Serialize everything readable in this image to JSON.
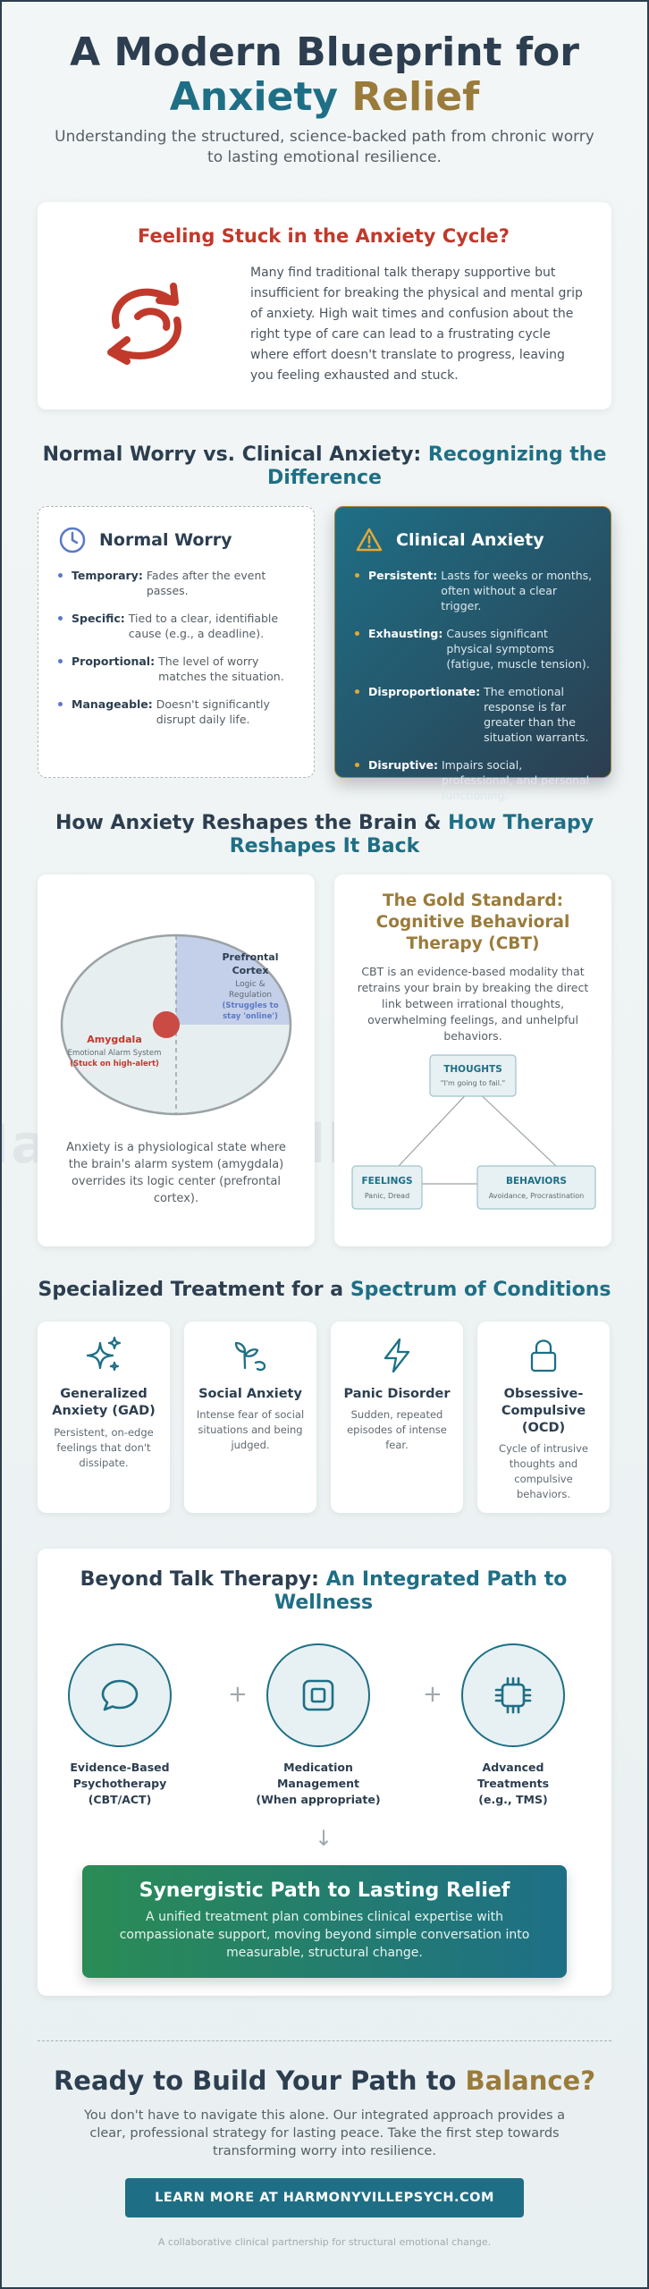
{
  "colors": {
    "navy": "#2c3e50",
    "teal": "#1e6f86",
    "gold": "#9a7b3a",
    "red": "#c0392b",
    "green": "#2a8c55"
  },
  "watermark": "Harmonyville Psych",
  "hero": {
    "title_line1": "A Modern Blueprint for",
    "title_word_teal": "Anxiety",
    "title_word_gold": "Relief",
    "subtitle": "Understanding the structured, science-backed path from chronic worry to lasting emotional resilience."
  },
  "stuck": {
    "title": "Feeling Stuck in the Anxiety Cycle?",
    "icon": "cycle-arrows-icon",
    "text": "Many find traditional talk therapy supportive but insufficient for breaking the physical and mental grip of anxiety. High wait times and confusion about the right type of care can lead to a frustrating cycle where effort doesn't translate to progress, leaving you feeling exhausted and stuck."
  },
  "comparison": {
    "heading_main": "Normal Worry vs. Clinical Anxiety:",
    "heading_accent": "Recognizing the Difference",
    "normal": {
      "title": "Normal Worry",
      "icon": "clock-icon",
      "items": [
        {
          "term": "Temporary:",
          "desc": "Fades after the event passes."
        },
        {
          "term": "Specific:",
          "desc": "Tied to a clear, identifiable cause (e.g., a deadline)."
        },
        {
          "term": "Proportional:",
          "desc": "The level of worry matches the situation."
        },
        {
          "term": "Manageable:",
          "desc": "Doesn't significantly disrupt daily life."
        }
      ]
    },
    "clinical": {
      "title": "Clinical Anxiety",
      "icon": "warning-icon",
      "items": [
        {
          "term": "Persistent:",
          "desc": "Lasts for weeks or months, often without a clear trigger."
        },
        {
          "term": "Exhausting:",
          "desc": "Causes significant physical symptoms (fatigue, muscle tension)."
        },
        {
          "term": "Disproportionate:",
          "desc": "The emotional response is far greater than the situation warrants."
        },
        {
          "term": "Disruptive:",
          "desc": "Impairs social, professional, and personal functioning."
        }
      ]
    }
  },
  "brain": {
    "heading_main": "How Anxiety Reshapes the Brain &",
    "heading_accent": "How Therapy Reshapes It Back",
    "prefrontal": {
      "name_line1": "Prefrontal",
      "name_line2": "Cortex",
      "role_line1": "Logic &",
      "role_line2": "Regulation",
      "status_line1": "(Struggles to",
      "status_line2": "stay 'online')"
    },
    "amygdala": {
      "name": "Amygdala",
      "role": "Emotional Alarm System",
      "status": "(Stuck on high-alert)"
    },
    "caption": "Anxiety is a physiological state where the brain's alarm system (amygdala) overrides its logic center (prefrontal cortex).",
    "cbt": {
      "title": "The Gold Standard: Cognitive Behavioral Therapy (CBT)",
      "text": "CBT is an evidence-based modality that retrains your brain by breaking the direct link between irrational thoughts, overwhelming feelings, and unhelpful behaviors.",
      "thoughts": {
        "label": "THOUGHTS",
        "example": "\"I'm going to fail.\""
      },
      "feelings": {
        "label": "FEELINGS",
        "example": "Panic, Dread"
      },
      "behaviors": {
        "label": "BEHAVIORS",
        "example": "Avoidance, Procrastination"
      }
    }
  },
  "conditions": {
    "heading_main": "Specialized Treatment for a",
    "heading_accent": "Spectrum of Conditions",
    "items": [
      {
        "icon": "sparkle-icon",
        "title_line1": "Generalized",
        "title_line2": "Anxiety (GAD)",
        "title_line3": "",
        "desc": "Persistent, on-edge feelings that don't dissipate."
      },
      {
        "icon": "sprout-icon",
        "title_line1": "Social Anxiety",
        "title_line2": "",
        "title_line3": "",
        "desc": "Intense fear of social situations and being judged."
      },
      {
        "icon": "lightning-icon",
        "title_line1": "Panic Disorder",
        "title_line2": "",
        "title_line3": "",
        "desc": "Sudden, repeated episodes of intense fear."
      },
      {
        "icon": "lock-icon",
        "title_line1": "Obsessive-",
        "title_line2": "Compulsive",
        "title_line3": "(OCD)",
        "desc": "Cycle of intrusive thoughts and compulsive behaviors."
      }
    ]
  },
  "integrated": {
    "heading_main": "Beyond Talk Therapy:",
    "heading_accent": "An Integrated Path to Wellness",
    "pillars": [
      {
        "icon": "chat-bubble-icon",
        "line1": "Evidence-Based",
        "line2": "Psychotherapy",
        "line3": "(CBT/ACT)"
      },
      {
        "icon": "pill-box-icon",
        "line1": "Medication",
        "line2": "Management",
        "line3": "(When appropriate)"
      },
      {
        "icon": "chip-icon",
        "line1": "Advanced",
        "line2": "Treatments",
        "line3": "(e.g., TMS)"
      }
    ],
    "plus": "+",
    "arrow": "↓",
    "synergy": {
      "title": "Synergistic Path to Lasting Relief",
      "text": "A unified treatment plan combines clinical expertise with compassionate support, moving beyond simple conversation into measurable, structural change."
    }
  },
  "cta": {
    "title_main": "Ready to Build Your Path to",
    "title_accent": "Balance?",
    "text": "You don't have to navigate this alone. Our integrated approach provides a clear, professional strategy for lasting peace. Take the first step towards transforming worry into resilience.",
    "button": "LEARN MORE AT HARMONYVILLEPSYCH.COM",
    "footnote": "A collaborative clinical partnership for structural emotional change."
  }
}
